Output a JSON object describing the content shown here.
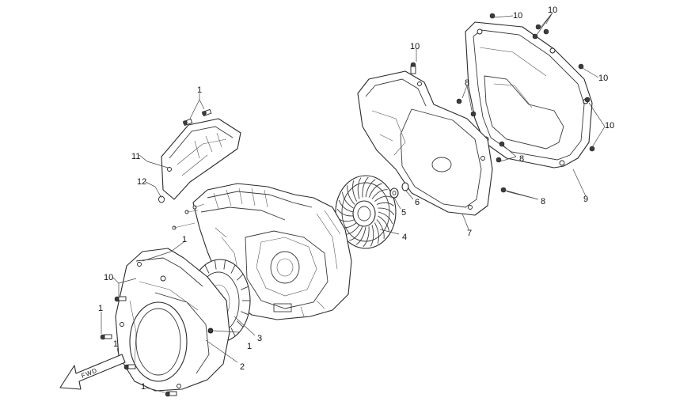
{
  "diagram": {
    "callouts": {
      "c1_top": "1",
      "c11": "11",
      "c12": "12",
      "c1_stator": "1",
      "c10_left": "10",
      "c1_a": "1",
      "c1_b": "1",
      "c1_c": "1",
      "c1_rotor": "1",
      "c2": "2",
      "c3": "3",
      "c4": "4",
      "c5": "5",
      "c6": "6",
      "c7": "7",
      "c8_a": "8",
      "c8_b": "8",
      "c8_c": "8",
      "c9": "9",
      "c10_a": "10",
      "c10_b": "10",
      "c10_c": "10",
      "c10_d": "10",
      "c10_e": "10"
    },
    "fwd_label": "FWD"
  }
}
